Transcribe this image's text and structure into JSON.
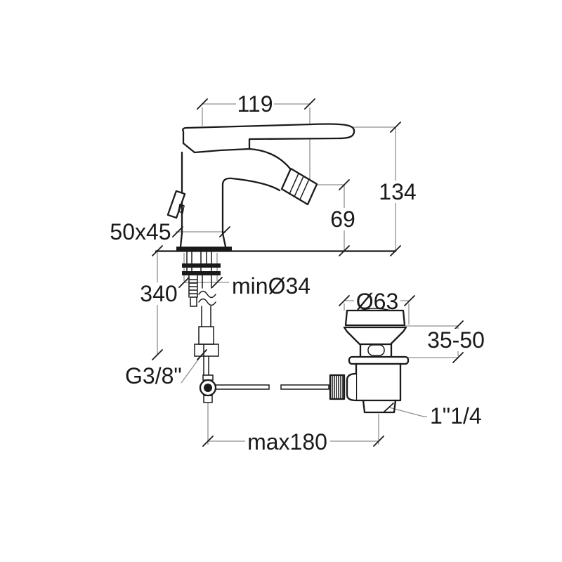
{
  "figure": {
    "type": "technical-dimension-drawing",
    "background": "#ffffff",
    "colors": {
      "outline": "#1a1a1a",
      "dimension_line": "#8f8f8f",
      "text": "#1a1a1a"
    }
  },
  "dimensions": {
    "spout_projection": {
      "value": "119"
    },
    "total_height": {
      "value": "134"
    },
    "spout_height": {
      "value": "69"
    },
    "base_section": {
      "value": "50x45"
    },
    "hose_length": {
      "value": "340"
    },
    "min_hole": {
      "value": "minØ34"
    },
    "inlet_thread": {
      "value": "G3/8\""
    },
    "waste_cap_diameter": {
      "value": "Ø63"
    },
    "deck_thickness": {
      "value": "35-50"
    },
    "waste_thread": {
      "value": "1\"1/4"
    },
    "rod_max_reach": {
      "value": "max180"
    }
  }
}
